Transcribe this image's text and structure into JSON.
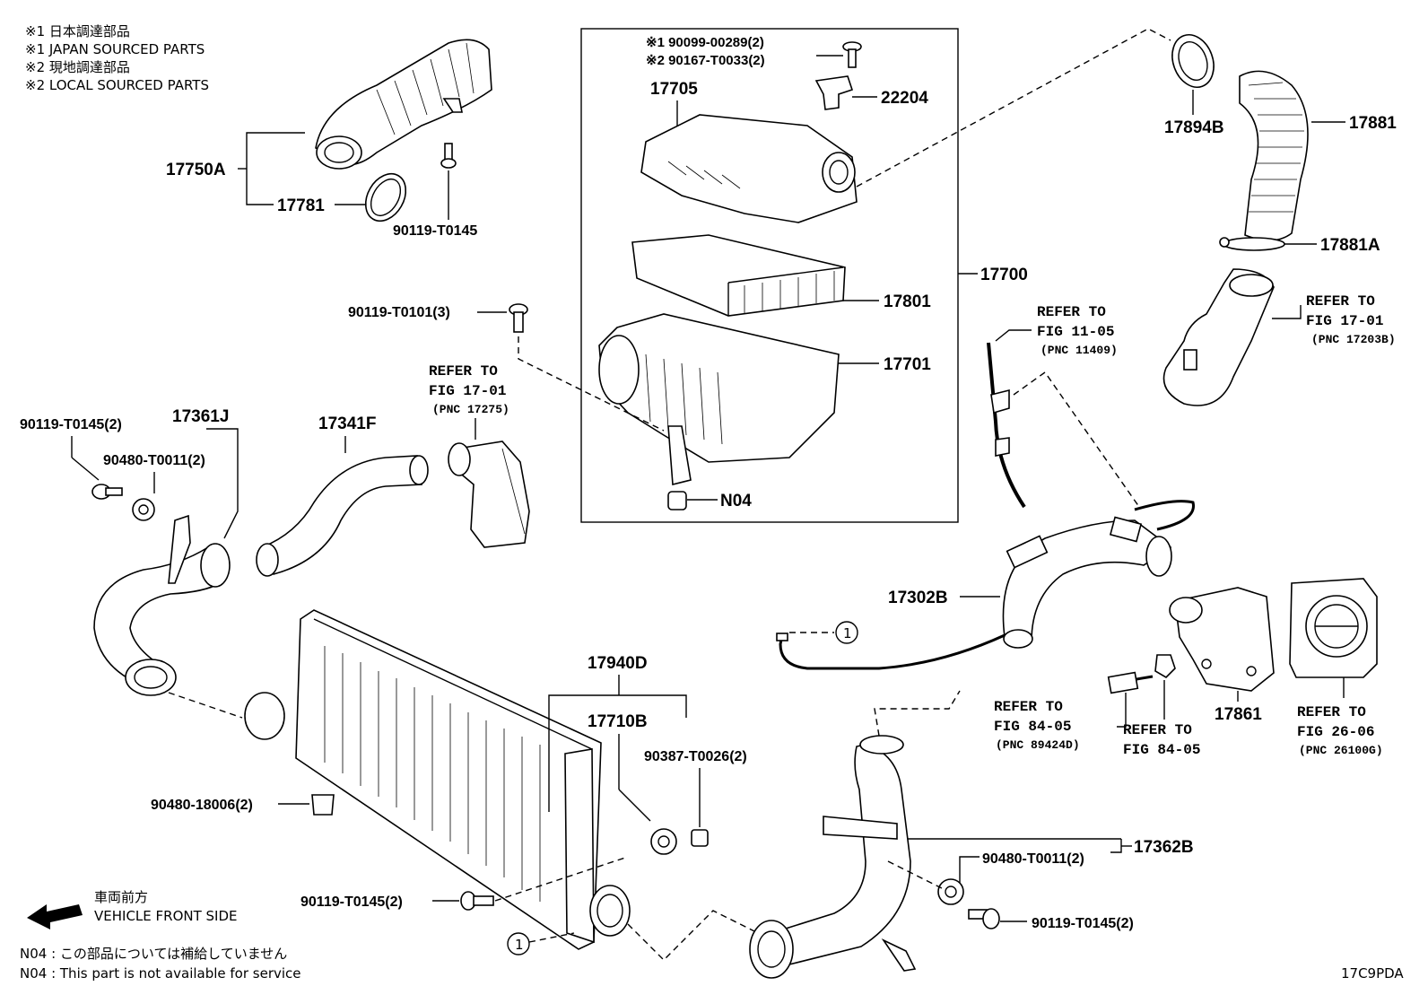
{
  "notes": {
    "n1_jp": "※1 日本調達部品",
    "n1_en": "※1  JAPAN SOURCED PARTS",
    "n2_jp": "※2 現地調達部品",
    "n2_en": "※2  LOCAL SOURCED PARTS",
    "front_jp": "車両前方",
    "front_en": "VEHICLE FRONT SIDE",
    "n04_jp": "N04 : この部品については補給していません",
    "n04_en": "N04 : This part is not available for service",
    "figure_code": "17C9PDA"
  },
  "labels": {
    "p17750A": "17750A",
    "p17781": "17781",
    "p90119_T0145_a": "90119-T0145",
    "p90099": "※1 90099-00289(2)",
    "p90167": "※2 90167-T0033(2)",
    "p17705": "17705",
    "p22204": "22204",
    "p17801": "17801",
    "p17700": "17700",
    "p17701": "17701",
    "pN04": "N04",
    "p90119_T0101": "90119-T0101(3)",
    "p17894B": "17894B",
    "p17881": "17881",
    "p17881A": "17881A",
    "p90119_T0145_b": "90119-T0145(2)",
    "p17361J": "17361J",
    "p90480_T0011_a": "90480-T0011(2)",
    "p17341F": "17341F",
    "p17302B": "17302B",
    "p17940D": "17940D",
    "p17710B": "17710B",
    "p90387": "90387-T0026(2)",
    "p90480_18006": "90480-18006(2)",
    "p90119_T0145_c": "90119-T0145(2)",
    "p17362B": "17362B",
    "p90480_T0011_b": "90480-T0011(2)",
    "p90119_T0145_d": "90119-T0145(2)",
    "p17861": "17861",
    "circle1": "1"
  },
  "refs": {
    "r1": {
      "l1": "REFER TO",
      "l2": "FIG 17-01",
      "l3": "(PNC 17275)"
    },
    "r2": {
      "l1": "REFER TO",
      "l2": "FIG 11-05",
      "l3": "(PNC 11409)"
    },
    "r3": {
      "l1": "REFER TO",
      "l2": "FIG 17-01",
      "l3": "(PNC 17203B)"
    },
    "r4": {
      "l1": "REFER TO",
      "l2": "FIG 84-05",
      "l3": "(PNC 89424D)"
    },
    "r5": {
      "l1": "REFER TO",
      "l2": "FIG 84-05"
    },
    "r6": {
      "l1": "REFER TO",
      "l2": "FIG 26-06",
      "l3": "(PNC 26100G)"
    }
  },
  "icons": [
    "front-arrow-icon",
    "circle-ref-icon"
  ]
}
